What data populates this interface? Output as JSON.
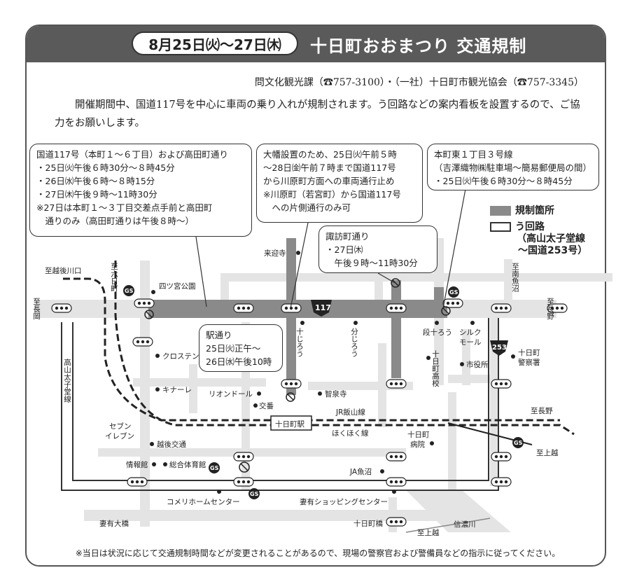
{
  "header": {
    "date": "8月25日㈫〜27日㈭",
    "title": "十日町おおまつり 交通規制"
  },
  "contact": "問文化観光課（☎757-3100）・（一社）十日町市観光協会（☎757-3345）",
  "intro": "開催期間中、国道117号を中心に車両の乗り入れが規制されます。う回路などの案内看板を設置するので、ご協力をお願いします。",
  "callouts": {
    "route117": {
      "lines": [
        "国道117号（本町１〜６丁目）および高田町通り",
        "・25日㈫午後６時30分〜８時45分",
        "・26日㈬午後６時〜８時15分",
        "・27日㈭午後９時〜11時30分",
        "※27日は本町１〜３丁目交差点手前と高田町",
        "　通りのみ（高田町通りは午後８時〜）"
      ]
    },
    "banner": {
      "lines": [
        "大幡設置のため、25日㈫午前５時",
        "〜28日㈮午前７時まで国道117号",
        "から川原町方面への車両通行止め",
        "※川原町（若宮町）から国道117号",
        "　への片側通行のみ可"
      ]
    },
    "honcho_east": {
      "lines": [
        "本町東１丁目３号線",
        "（吉澤織物㈱駐車場〜簡易郵便局の間）",
        "・25日㈫午後６時30分〜８時45分"
      ]
    },
    "suwa": {
      "lines": [
        "諏訪町通り",
        "・27日㈭",
        "　午後９時〜11時30分"
      ]
    },
    "ekidori": {
      "lines": [
        "駅通り",
        "25日㈫正午〜",
        "26日㈬午後10時"
      ]
    }
  },
  "legend": {
    "restricted": "規制箇所",
    "detour": "う回路",
    "detour_note_1": "（高山太子堂線",
    "detour_note_2": "〜国道253号）"
  },
  "map_labels": {
    "route117": "117",
    "route253": "253",
    "to_echigogawaguchi": "至越後川口",
    "to_muikamachi": "至六日町",
    "to_nagaoka": "至長岡",
    "to_nagano": "至長野",
    "to_minamiuonuma": "至南魚沼",
    "to_nagano_rail": "至長野",
    "to_joetsu_1": "至上越",
    "to_joetsu_2": "至上越",
    "takayama_line": "高山太子堂線",
    "yotsumiya_park": "四ツ宮公園",
    "raigeiji": "来迎寺",
    "jujiro": "十じろう",
    "bunjiro": "分じろう",
    "dantojiro": "段十ろう",
    "silk_mall": "シルク\nモール",
    "tokamachi_hs": "十日町高校",
    "city_hall": "市役所",
    "police": "十日町\n警察署",
    "crosten": "クロステン",
    "kinare": "キナーレ",
    "riondor": "リオンドール",
    "chizenji": "智泉寺",
    "koban": "交番",
    "station": "十日町駅",
    "jr_iiyama": "JR飯山線",
    "hokuhoku": "ほくほく線",
    "hospital": "十日町\n病院",
    "seven_eleven": "セブン\nイレブン",
    "echigo_kotsu": "越後交通",
    "info_center": "情報館",
    "gym": "総合体育館",
    "ja_uonuma": "JA魚沼",
    "komeri": "コメリホームセンター",
    "tsumari_shopping": "妻有ショッピングセンター",
    "tsumari_bridge": "妻有大橋",
    "tokamachi_bridge": "十日町橋",
    "shinano_river": "信濃川",
    "gs": "GS"
  },
  "footnote": "※当日は状況に応じて交通規制時間などが変更されることがあるので、現場の警察官および警備員などの指示に従ってください。",
  "colors": {
    "header_bg": "#5a5a5a",
    "restricted": "#8a8a8a",
    "road": "#e4e4e4",
    "detour": "#333333"
  }
}
